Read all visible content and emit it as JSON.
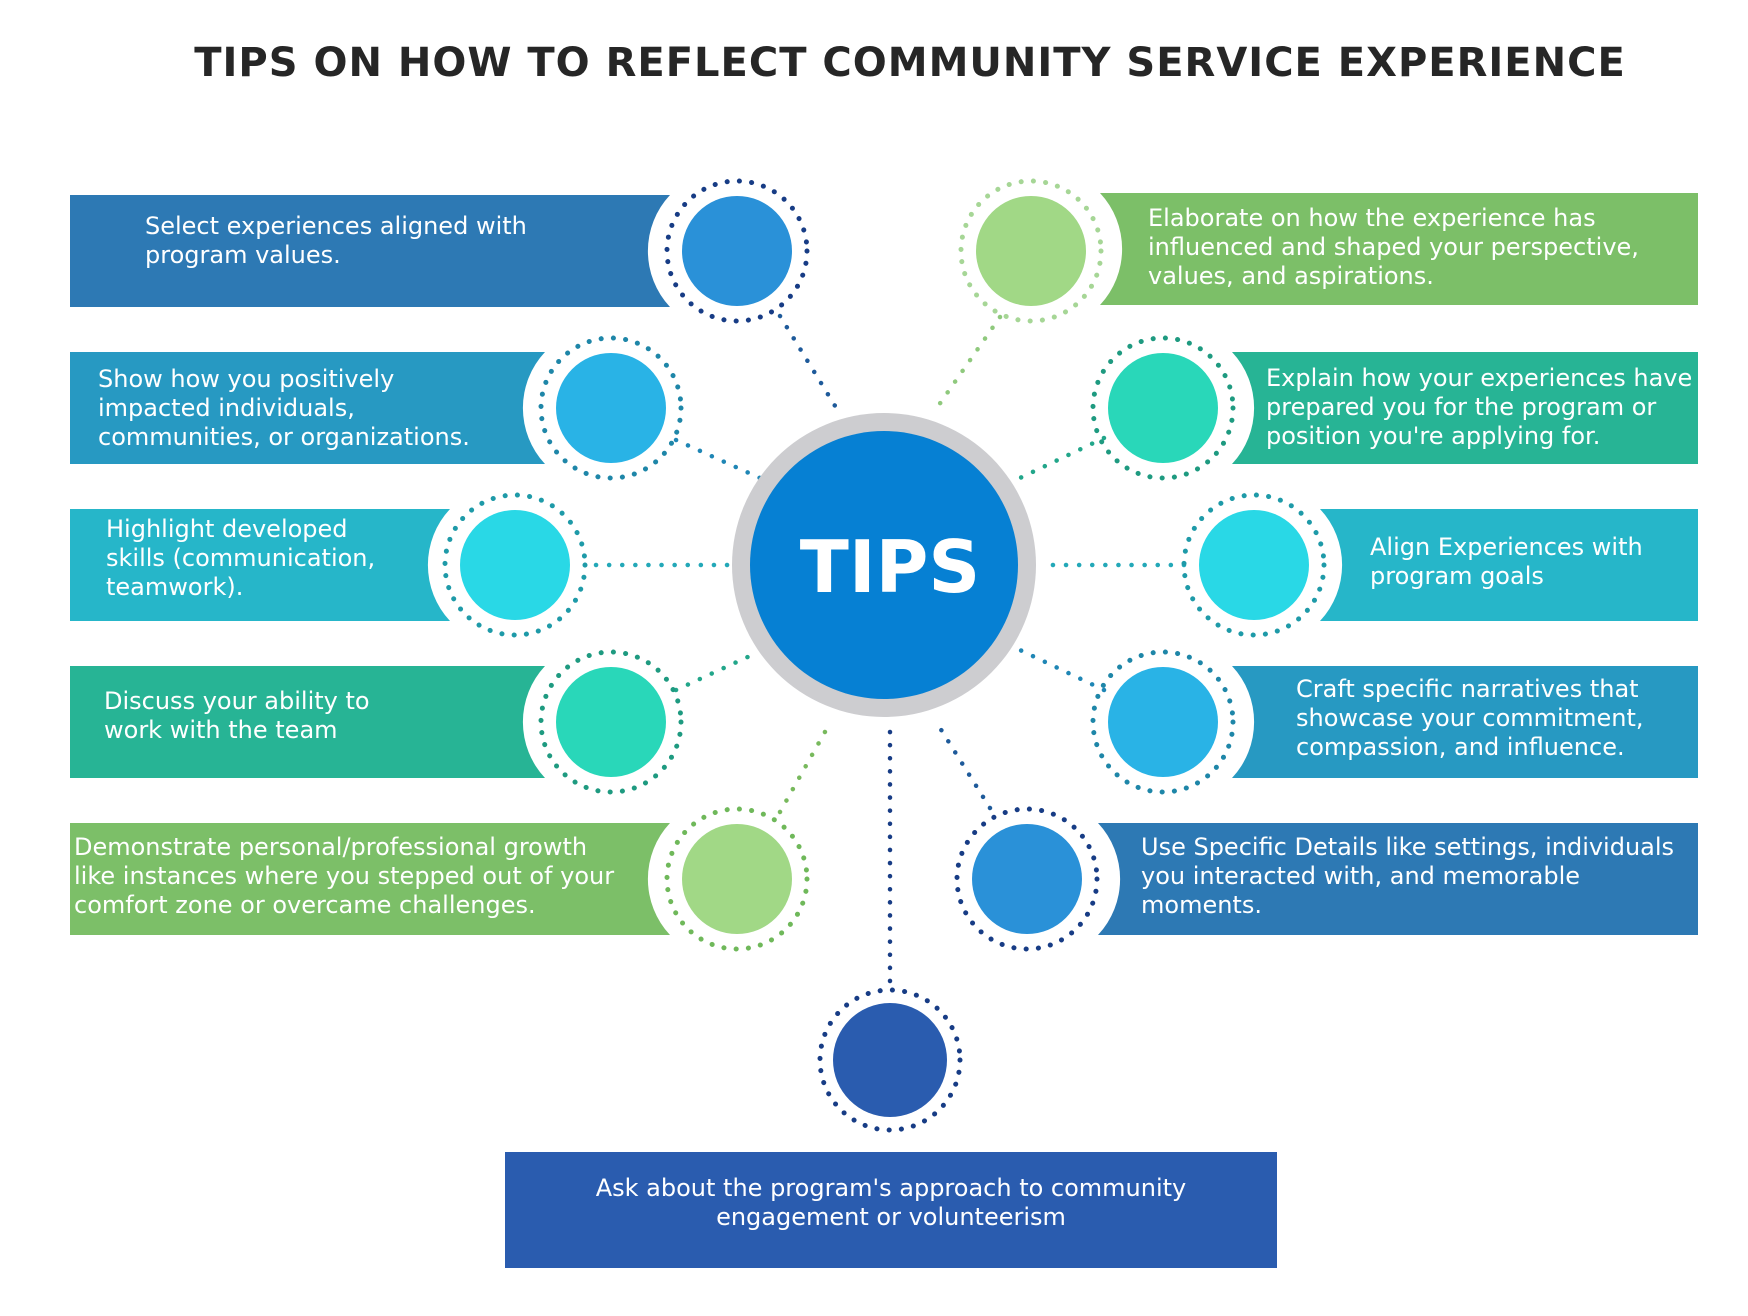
{
  "title": "TIPS ON HOW TO REFLECT COMMUNITY SERVICE EXPERIENCE",
  "center_label": "TIPS",
  "colors": {
    "dark_blue": "#2d79b4",
    "teal_blue": "#2799c2",
    "cyan": "#26b6c9",
    "green_teal": "#27b495",
    "green": "#7cbf68",
    "navy": "#2a5caf",
    "center_fill": "#0680d3",
    "center_ring": "#cdcdd0"
  },
  "left_items": [
    {
      "text": "Select experiences aligned with\nprogram values."
    },
    {
      "text": "Show how you positively\nimpacted individuals,\ncommunities, or organizations."
    },
    {
      "text": "Highlight developed\nskills (communication,\nteamwork)."
    },
    {
      "text": " Discuss your ability to\nwork with the team"
    },
    {
      "text": "Demonstrate personal/professional growth\nlike instances where you stepped out of your\ncomfort zone or overcame challenges."
    }
  ],
  "right_items": [
    {
      "text": "Elaborate on how the experience has\ninfluenced and shaped your perspective,\nvalues, and aspirations."
    },
    {
      "text": "Explain how your experiences have\nprepared you for the program or\nposition you're applying for."
    },
    {
      "text": "Align Experiences with\nprogram goals"
    },
    {
      "text": "Craft specific narratives that\nshowcase your commitment,\ncompassion, and influence."
    },
    {
      "text": "Use Specific Details like settings, individuals\nyou interacted with, and memorable\nmoments."
    }
  ],
  "bottom_item": {
    "text": "Ask about the program's approach to community\nengagement or volunteerism"
  }
}
